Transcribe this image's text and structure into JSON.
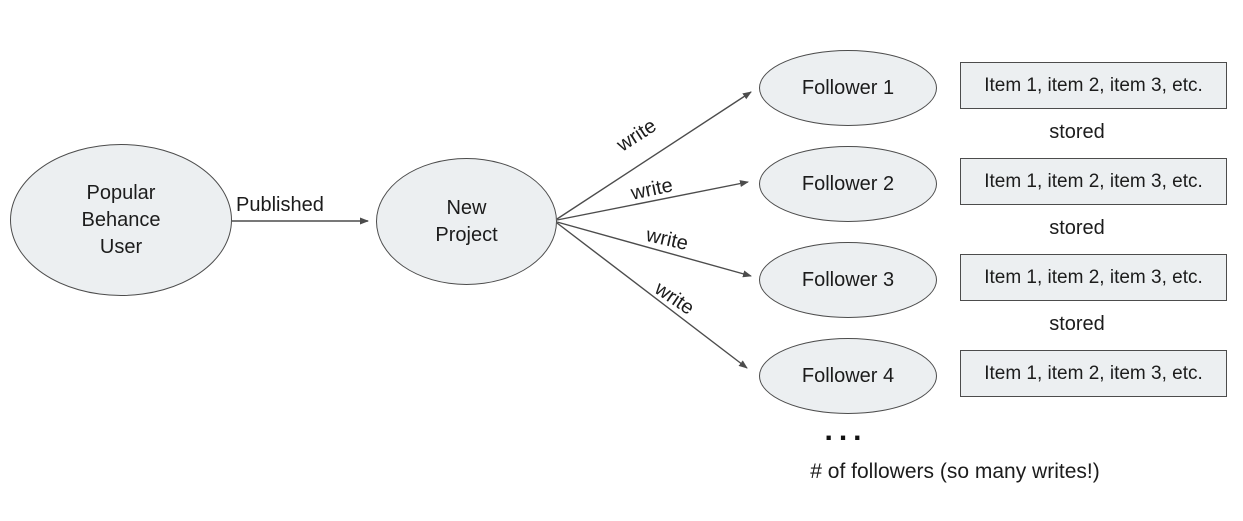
{
  "colors": {
    "node_fill": "#eceff1",
    "node_border": "#4c4c4c",
    "edge": "#4c4c4c",
    "text": "#1c1c1c",
    "background": "#ffffff"
  },
  "diagram": {
    "popular_user_label": "Popular\nBehance\nUser",
    "published_label": "Published",
    "new_project_label": "New\nProject",
    "write_label": "write",
    "followers": [
      {
        "label": "Follower 1",
        "items": "Item 1, item 2, item 3, etc."
      },
      {
        "label": "Follower 2",
        "items": "Item 1, item 2, item 3, etc."
      },
      {
        "label": "Follower 3",
        "items": "Item 1, item 2, item 3, etc."
      },
      {
        "label": "Follower 4",
        "items": "Item 1, item 2, item 3, etc."
      }
    ],
    "stored_label": "stored",
    "ellipsis": "...",
    "caption": "# of followers (so many writes!)"
  }
}
